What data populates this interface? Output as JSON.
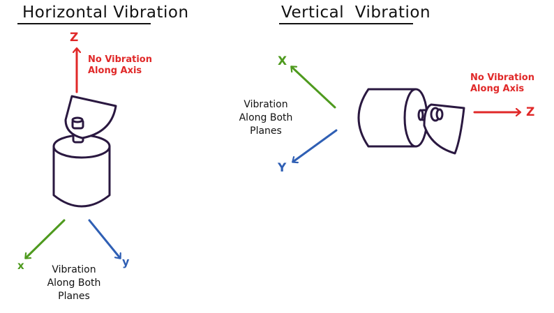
{
  "left_panel": {
    "title": "Horizontal Vibration",
    "no_vibration_label_line1": "No Vibration",
    "no_vibration_label_line2": "Along Axis",
    "vibration_label_line1": "Vibration",
    "vibration_label_line2": "Along Both",
    "vibration_label_line3": "Planes",
    "axes": {
      "z": "Z",
      "x": "x",
      "y": "y"
    }
  },
  "right_panel": {
    "title": "Vertical  Vibration",
    "no_vibration_label_line1": "No Vibration",
    "no_vibration_label_line2": "Along Axis",
    "vibration_label_line1": "Vibration",
    "vibration_label_line2": "Along Both",
    "vibration_label_line3": "Planes",
    "axes": {
      "z": "Z",
      "x": "X",
      "y": "Y"
    }
  },
  "colors": {
    "z_axis": "#e02828",
    "x_axis": "#4e9a1e",
    "y_axis": "#2f5fb4",
    "outline": "#2a1840"
  }
}
